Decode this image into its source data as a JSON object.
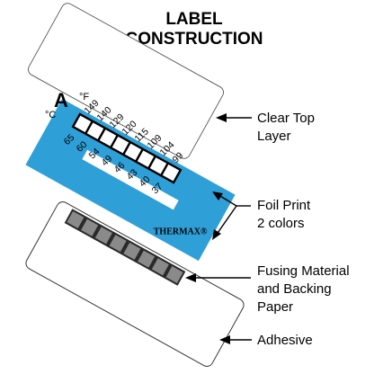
{
  "title": {
    "line1": "LABEL",
    "line2": "CONSTRUCTION"
  },
  "labels": {
    "clear_top_1": "Clear Top",
    "clear_top_2": "Layer",
    "foil_1": "Foil Print",
    "foil_2": "2 colors",
    "fusing_1": "Fusing Material",
    "fusing_2": "and Backing",
    "fusing_3": "Paper",
    "adhesive": "Adhesive"
  },
  "scale": {
    "indicator": "A",
    "unit_c": "°C",
    "unit_f": "°F",
    "fahrenheit": [
      "149",
      "140",
      "129",
      "120",
      "115",
      "109",
      "104",
      "99"
    ],
    "celsius": [
      "65",
      "60",
      "54",
      "49",
      "46",
      "43",
      "40",
      "37"
    ]
  },
  "brand": "THERMAX®",
  "colors": {
    "foil_blue": "#2f9fd8",
    "outline": "#000000"
  }
}
